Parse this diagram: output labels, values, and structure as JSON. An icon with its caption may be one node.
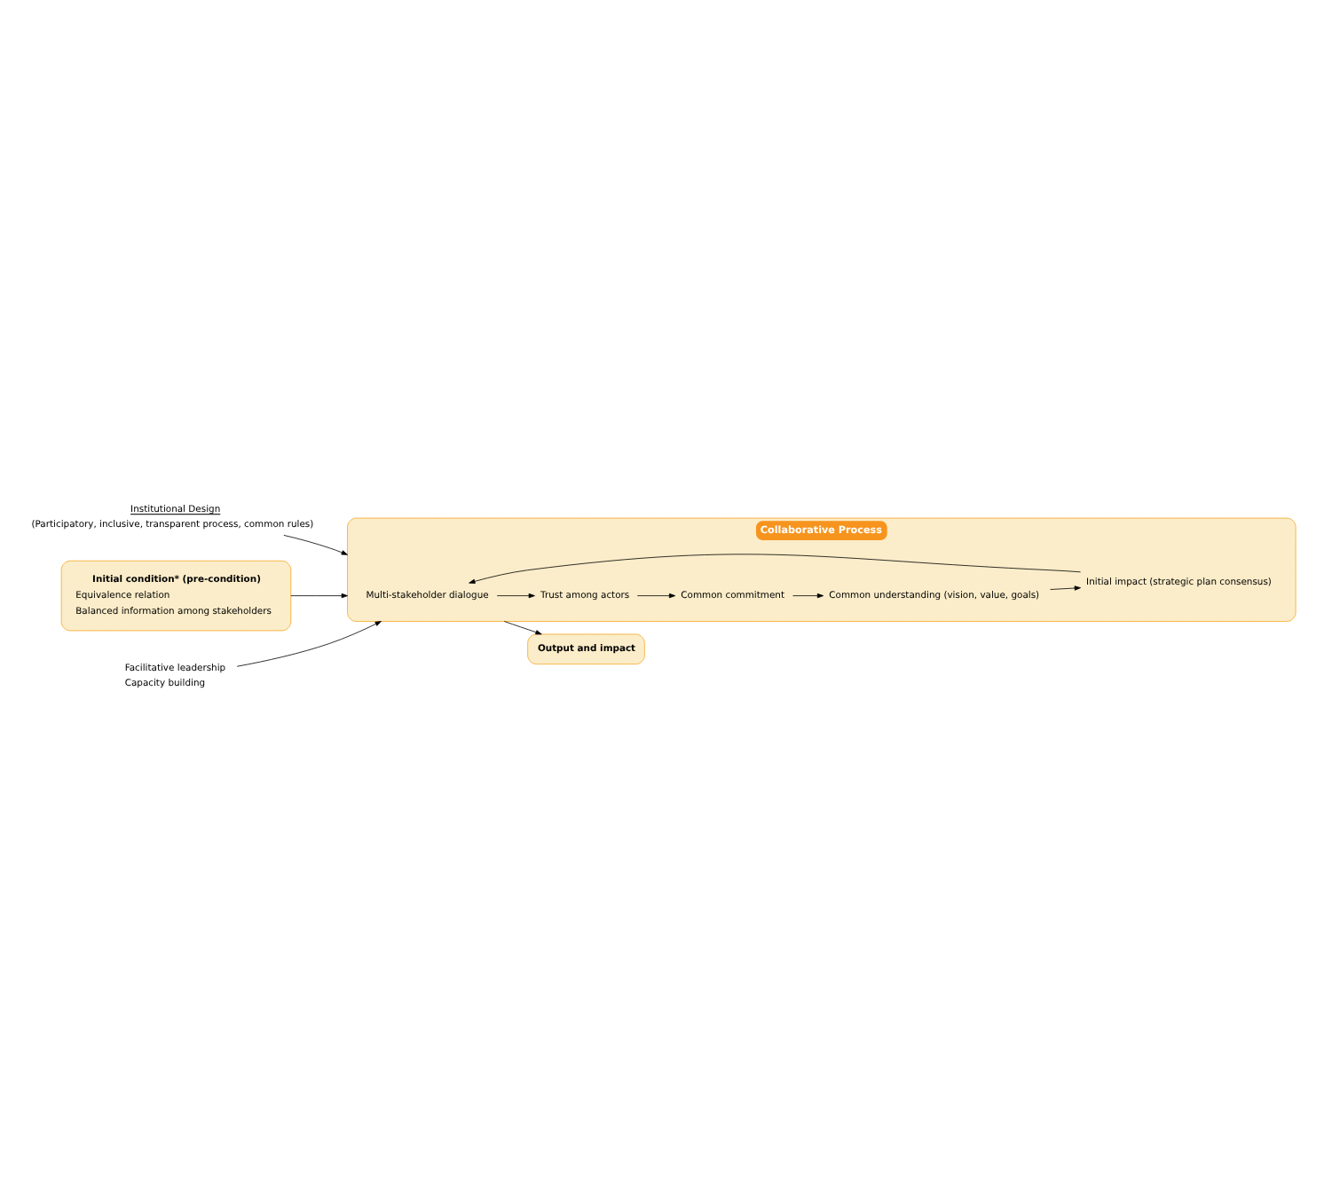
{
  "diagram": {
    "nodes": [
      {
        "text": [
          "Institutional Design",
          "(Participatory, inclusive, transparent process, common rules)"
        ]
      },
      {
        "text": [
          "Collaborative Process"
        ]
      },
      {
        "text": [
          "Multi-stakeholder dialogue"
        ],
        "in": 1
      },
      {
        "text": [
          "Trust among actors"
        ],
        "in": 1
      },
      {
        "text": [
          "Common commitment"
        ],
        "in": 1
      },
      {
        "text": [
          "Common understanding (vision, value, goals)"
        ],
        "in": 1
      },
      {
        "text": [
          "Initial impact (strategic plan consensus)"
        ],
        "in": 1
      },
      {
        "text": [
          "Initial condition* (pre-condition)",
          "Equivalence relation",
          "Balanced information among stakeholders"
        ]
      },
      {
        "text": [
          "Output and impact"
        ]
      },
      {
        "text": [
          "Facilitative leadership",
          "Capacity building"
        ]
      }
    ],
    "edges": [
      {
        "from": 0,
        "to": 1,
        "arrow": "to"
      },
      {
        "from": 7,
        "to": 1,
        "arrow": "to"
      },
      {
        "from": 1,
        "to": 8,
        "arrow": "to"
      },
      {
        "from": 9,
        "to": 1,
        "arrow": "to"
      },
      {
        "from": 2,
        "to": 3,
        "arrow": "to"
      },
      {
        "from": 3,
        "to": 4,
        "arrow": "to"
      },
      {
        "from": 4,
        "to": 5,
        "arrow": "to"
      },
      {
        "from": 5,
        "to": 6,
        "arrow": "to"
      },
      {
        "from": 6,
        "to": 2,
        "arrow": "to"
      }
    ]
  }
}
